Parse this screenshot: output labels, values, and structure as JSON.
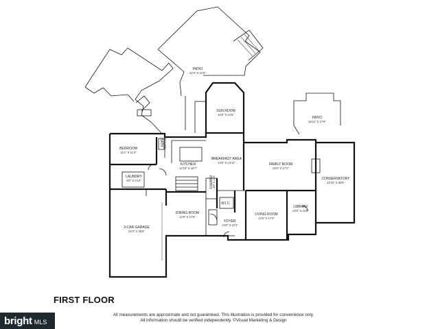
{
  "floor_title": "FIRST FLOOR",
  "disclaimer": {
    "line1": "All measurements are approximate and not guaranteed. This illustration is provided for convenience only.",
    "line2": "All information should be verified independently. ©Visual Marketing & Design"
  },
  "logo": {
    "name": "bright",
    "suffix": "MLS"
  },
  "rooms": {
    "patio_main": {
      "name": "PATIO",
      "dim": "32'3\" X 41'0\""
    },
    "sun_room": {
      "name": "SUN ROOM",
      "dim": "16'8\" X 21'6\""
    },
    "patio_right": {
      "name": "PATIO",
      "dim": "16'11\" X 17'8\""
    },
    "bedroom": {
      "name": "BEDROOM",
      "dim": "15'1\" X 11'3\""
    },
    "bath": {
      "name": "BATH",
      "dim": "8'0\" X 6'0\""
    },
    "kitchen": {
      "name": "KITCHEN",
      "dim": "14'10\" X 16'7\""
    },
    "breakfast": {
      "name": "BREAKFAST AREA",
      "dim": "13'5\" X 13'11\""
    },
    "family_room": {
      "name": "FAMILY ROOM",
      "dim": "25'0\" X 17'2\""
    },
    "conservatory": {
      "name": "CONSERVATORY",
      "dim": "13'10\" X 28'6\""
    },
    "laundry": {
      "name": "LAUNDRY",
      "dim": "6'0\" X 5'10\""
    },
    "pantry": {
      "name": "PANTRY",
      "dim": "5'0\" X 4'0\""
    },
    "wic": {
      "name": "W.I.C."
    },
    "dining_room": {
      "name": "DINING ROOM",
      "dim": "14'8\" X 17'5\""
    },
    "living_room": {
      "name": "LIVING ROOM",
      "dim": "14'5\" X 17'0\""
    },
    "library": {
      "name": "LIBRARY",
      "dim": "10'6\" X 12'8\""
    },
    "garage": {
      "name": "3-CAR GARAGE",
      "dim": "20'3\" X 38'6\""
    },
    "foyer": {
      "name": "FOYER",
      "dim": "13'0\" X 10'1\""
    }
  }
}
